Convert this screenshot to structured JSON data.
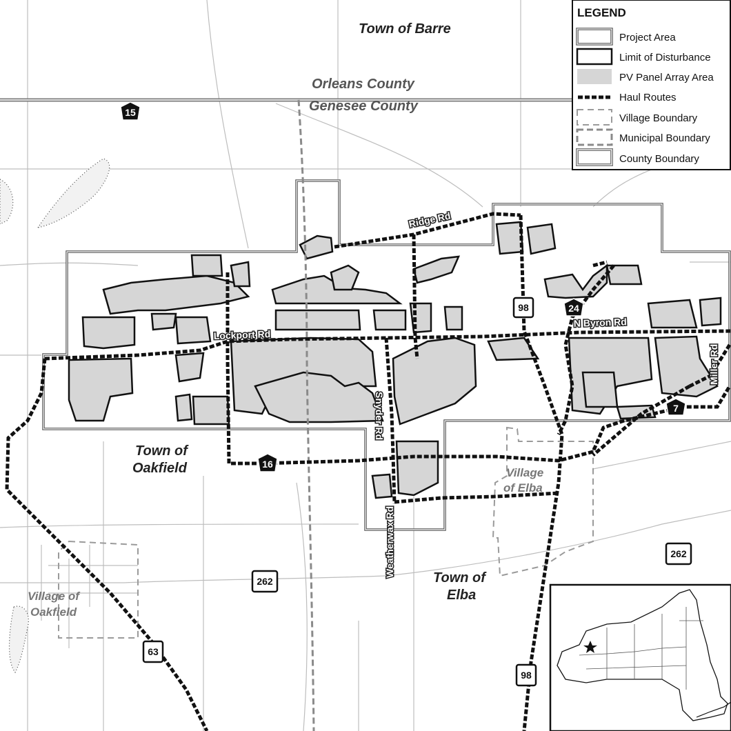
{
  "legend": {
    "title": "LEGEND",
    "items": [
      {
        "key": "project_area",
        "label": "Project Area"
      },
      {
        "key": "limit_of_disturbance",
        "label": "Limit of Disturbance"
      },
      {
        "key": "pv_panel_array",
        "label": "PV Panel Array Area"
      },
      {
        "key": "haul_routes",
        "label": "Haul Routes"
      },
      {
        "key": "village_boundary",
        "label": "Village Boundary"
      },
      {
        "key": "municipal_boundary",
        "label": "Municipal Boundary"
      },
      {
        "key": "county_boundary",
        "label": "County Boundary"
      }
    ]
  },
  "places": {
    "town_barre": "Town of Barre",
    "orleans_county": "Orleans County",
    "genesee_county": "Genesee County",
    "town_oakfield_1": "Town of",
    "town_oakfield_2": "Oakfield",
    "town_elba_1": "Town of",
    "town_elba_2": "Elba",
    "village_elba_1": "Village",
    "village_elba_2": "of Elba",
    "village_oakfield_1": "Village of",
    "village_oakfield_2": "Oakfield"
  },
  "roads": {
    "ridge": "Ridge Rd",
    "lockport": "Lockport Rd",
    "n_byron": "N Byron Rd",
    "snyder": "Snyder Rd",
    "weatherwax": "Weatherwax Rd",
    "miller": "Miller Rd"
  },
  "shields": {
    "r15": "15",
    "r98_north": "98",
    "r24": "24",
    "r16": "16",
    "r7": "7",
    "r262_west": "262",
    "r262_east": "262",
    "r63": "63",
    "r98_south": "98"
  },
  "colors": {
    "pv_panel_fill": "#d6d6d6",
    "haul_route": "#111111",
    "municipal_boundary": "#8a8a8a",
    "village_boundary": "#9a9a9a",
    "minor_road": "#bdbdbd"
  }
}
